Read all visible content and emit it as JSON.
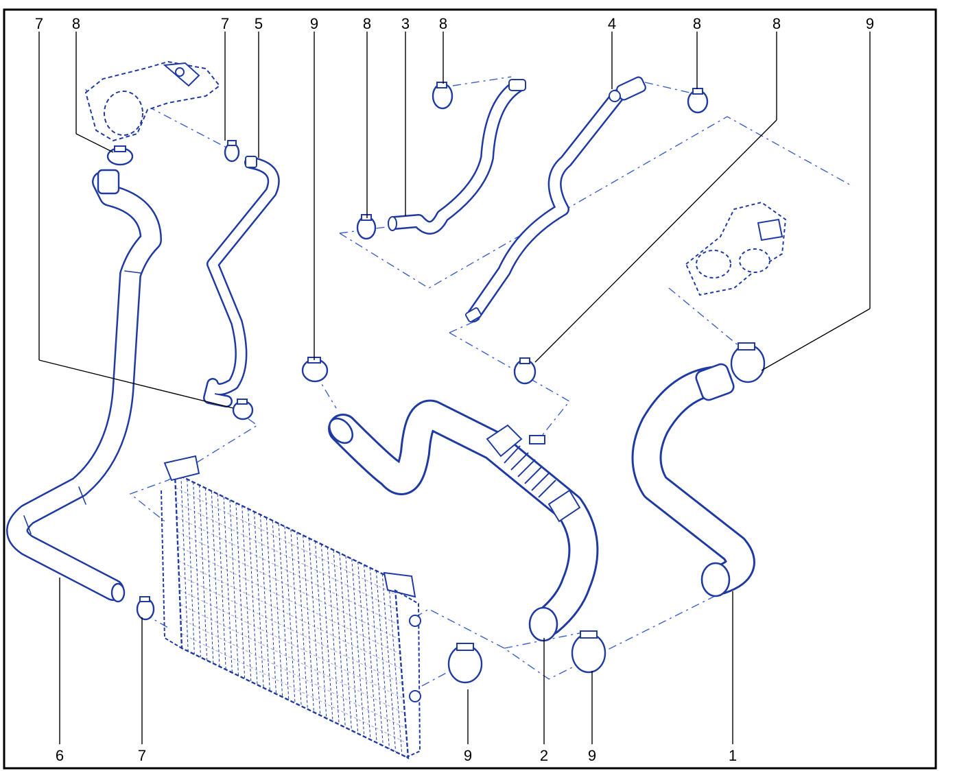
{
  "colors": {
    "line": "#1f3aa3",
    "dash": "#3a5fc8",
    "callout": "#000000",
    "border": "#000000",
    "background": "#ffffff"
  },
  "callouts": {
    "top": [
      "7",
      "8",
      "7",
      "5",
      "9",
      "8",
      "3",
      "8",
      "4",
      "8",
      "8",
      "9"
    ],
    "bottom": [
      "6",
      "7",
      "9",
      "2",
      "9",
      "1"
    ]
  }
}
